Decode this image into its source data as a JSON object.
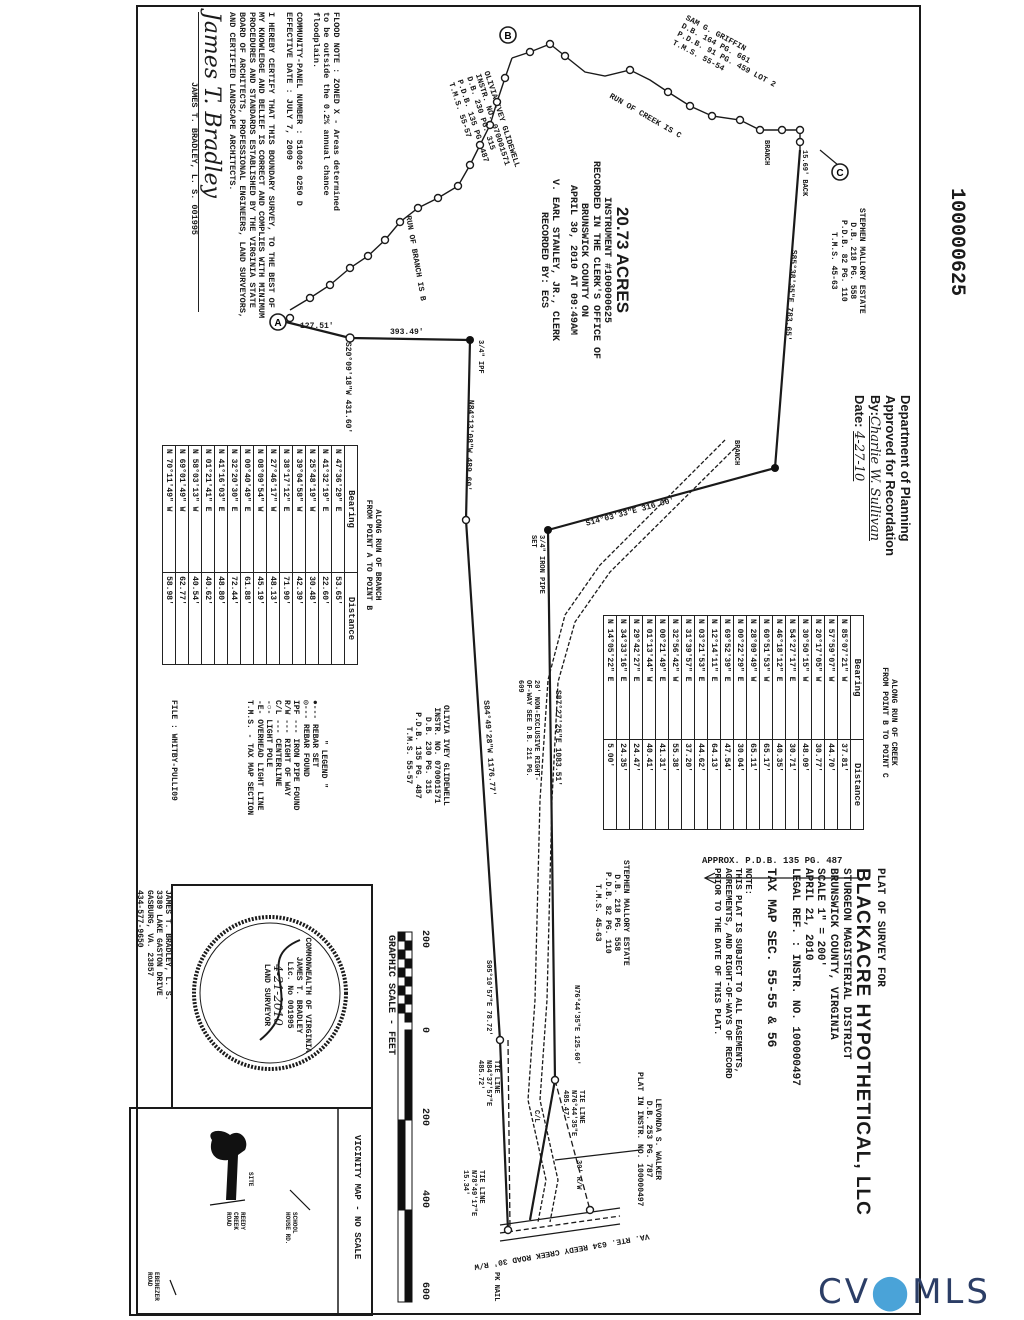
{
  "document_number": "100000625",
  "title_block": {
    "line1": "PLAT OF SURVEY FOR",
    "owner": "BLACKACRE HYPOTHETICAL, LLC",
    "district": "STURGEON MAGISTERIAL DISTRICT",
    "county": "BRUNSWICK COUNTY, VIRGINIA",
    "scale": "SCALE 1\" = 200'",
    "date": "APRIL 21, 2010",
    "legal_ref": "LEGAL REF. : INSTR. NO. 100000497",
    "tax_map": "TAX MAP SEC. 55-55 & 56",
    "note_label": "NOTE:",
    "note_1": "THIS PLAT IS SUBJECT TO ALL EASEMENTS,",
    "note_2": "AGREEMENTS, AND RIGHT-OF-WAYS OF RECORD",
    "note_3": "PRIOR TO THE DATE OF THIS PLAT."
  },
  "approx_pdb": "APPROX. P.D.B. 135 PG. 487",
  "planning_stamp": {
    "line1": "Department of Planning",
    "line2": "Approved for Recordation",
    "by_label": "By:",
    "by_signature": "Charlie W. Sullivan",
    "date_label": "Date:",
    "date": "4-27-10"
  },
  "adjoiners": {
    "griffin": [
      "SAM G. GRIFFIN",
      "D.B. 164 PG. 661",
      "P.D.B. 91 PG. 459 LOT 2",
      "T.M.S. 55-54"
    ],
    "mallory_top": [
      "STEPHEN MALLORY ESTATE",
      "D.B. 218 PG. 558",
      "P.D.B. 82 PG. 110",
      "T.M.S. 45-63"
    ],
    "glidewell_top": [
      "OLIVIA IVEY GLIDEWELL",
      "INSTR. NO. 070001571",
      "D.B. 230 PG. 315",
      "P.D.B. 135 PG. 487",
      "T.M.S. 55-57"
    ],
    "glidewell_mid": [
      "OLIVIA IVEY GLIDEWELL",
      "INSTR. NO. 070001571",
      "D.B. 230 PG. 315",
      "P.D.B. 135 PG. 487",
      "T.M.S. 55-57"
    ],
    "mallory_mid": [
      "STEPHEN MALLORY ESTATE",
      "D.B. 218 PG. 558",
      "P.D.B. 82 PG. 110",
      "T.M.S. 45-63"
    ],
    "walker": [
      "LEVONDA S. WALKER",
      "D.B. 253 PG. 787",
      "PLAT IN INSTR. NO. 100000497"
    ]
  },
  "recording": {
    "acres": "20.73 ACRES",
    "instrument": "INSTRUMENT #100000625",
    "line2": "RECORDED IN THE CLERK'S OFFICE OF",
    "line3": "BRUNSWICK COUNTY ON",
    "line4": "APRIL 30, 2010 AT 09:49AM",
    "clerk": "V. EARL STANLEY, JR., CLERK",
    "recorded_by": "RECORDED BY: ECS"
  },
  "labels": {
    "run_creek": "RUN OF CREEK IS C",
    "run_branch": "RUN OF BRANCH IS B",
    "branch_1": "BRANCH",
    "branch_2": "BRANCH",
    "backsight": "15.69' BACK",
    "point_a": "A",
    "point_b": "B",
    "point_c": "C",
    "pipe_set": "3/4\" IRON PIPE SET",
    "ipf": "3/4\" IPF",
    "row_note": "20' NON-EXCLUSIVE RIGHT-OF-WAY SEE D.B. 211 PG. 609",
    "tie1": "TIE LINE N76°44'35\"E 485.47'",
    "tie2": "TIE LINE N84°37'57\"E 485.72'",
    "tie3": "TIE LINE N78°49'17\"E 15.34'",
    "row30": "30' R/W",
    "road": "VA. RTE. 634 REEDY CREEK ROAD 30' R/W",
    "pk": "PK NAIL",
    "cl": "C/L"
  },
  "courses": {
    "c1": "S85°38'35\"E 783.65'",
    "c2": "S14°03'33\"E 316.00'",
    "c3": "S87°27'25\"E 1083.51'",
    "c4": "S84°49'28\"W 1176.77'",
    "c5": "N84°13'08\"W 489.60'",
    "c6": "S20°09'18\"W 431.60'",
    "c7": "393.49'",
    "c8": "127.51'",
    "c9": "N76°44'35\"E 125.60'",
    "c10": "S05°10'57\"E 78.72'"
  },
  "branch_table": {
    "title1": "ALONG RUN OF BRANCH",
    "title2": "FROM POINT A TO POINT B",
    "headers": [
      "Bearing",
      "Distance"
    ],
    "rows": [
      [
        "N 47°36'29\" E",
        "53.65'"
      ],
      [
        "N 41°32'19\" E",
        "22.60'"
      ],
      [
        "N 25°48'19\" W",
        "30.48'"
      ],
      [
        "N 39°04'58\" W",
        "42.39'"
      ],
      [
        "N 38°17'12\" E",
        "71.90'"
      ],
      [
        "N 27°46'17\" W",
        "48.13'"
      ],
      [
        "N 08°09'54\" W",
        "45.19'"
      ],
      [
        "N 00°40'49\" E",
        "61.88'"
      ],
      [
        "N 32°20'30\" E",
        "72.44'"
      ],
      [
        "N 41°16'03\" E",
        "48.80'"
      ],
      [
        "N 01°21'41\" E",
        "40.62'"
      ],
      [
        "N 58°03'13\" W",
        "40.54'"
      ],
      [
        "N 69°01'49\" W",
        "62.77'"
      ],
      [
        "N 70°11'49\" W",
        "58.98'"
      ]
    ]
  },
  "creek_table": {
    "title1": "ALONG RUN OF CREEK",
    "title2": "FROM POINT B TO POINT C",
    "headers": [
      "Bearing",
      "Distance"
    ],
    "rows": [
      [
        "N 85°07'21\" W",
        "37.81'"
      ],
      [
        "N 57°59'07\" W",
        "44.70'"
      ],
      [
        "N 20°17'05\" W",
        "30.77'"
      ],
      [
        "N 30°50'15\" W",
        "48.09'"
      ],
      [
        "N 54°27'17\" E",
        "30.71'"
      ],
      [
        "N 46°18'12\" E",
        "40.35'"
      ],
      [
        "N 60°51'53\" W",
        "65.17'"
      ],
      [
        "N 28°09'49\" W",
        "65.11'"
      ],
      [
        "N 00°22'29\" E",
        "30.04'"
      ],
      [
        "N 69°52'39\" E",
        "47.54'"
      ],
      [
        "N 12°14'11\" E",
        "64.13'"
      ],
      [
        "N 03°21'53\" E",
        "44.62'"
      ],
      [
        "N 31°39'57\" E",
        "37.20'"
      ],
      [
        "N 32°56'42\" W",
        "55.38'"
      ],
      [
        "N 00°21'49\" E",
        "41.31'"
      ],
      [
        "N 01°13'44\" W",
        "40.41'"
      ],
      [
        "N 29°42'27\" E",
        "24.47'"
      ],
      [
        "N 34°33'16\" E",
        "24.35'"
      ],
      [
        "N 14°05'22\" E",
        "5.00'"
      ]
    ]
  },
  "notes": {
    "flood_1": "FLOOD NOTE : ZONED X - Areas determined",
    "flood_2": "to be outside the 0.2% annual chance",
    "flood_3": "floodplain.",
    "panel_1": "COMMUNITY-PANEL NUMBER : 510026 0250 D",
    "panel_2": "EFFECTIVE DATE : JULY 7, 2009",
    "cert_1": "I HEREBY CERTIFY THAT THIS BOUNDARY SURVEY, TO THE BEST OF",
    "cert_2": "MY KNOWLEDGE AND BELIEF IS CORRECT AND COMPLIES WITH MINIMUM",
    "cert_3": "PROCEDURES AND STANDARDS ESTABLISHED BY THE VIRGINIA STATE",
    "cert_4": "BOARD OF ARCHITECTS, PROFESSIONAL ENGINEERS, LAND SURVEYORS,",
    "cert_5": "AND CERTIFIED LANDSCAPE ARCHITECTS.",
    "signature": "James T. Bradley",
    "surveyor": "JAMES T. BRADLEY, L. S. 001995"
  },
  "legend": {
    "title": "\" LEGEND \"",
    "items": [
      "●--- REBAR SET",
      "◎--- REBAR FOUND",
      "IPF --- IRON PIPE FOUND",
      "R/W --- RIGHT OF WAY",
      "C/L --- CENTERLINE",
      "-○- LIGHT POLE",
      "-E- OVERHEAD LIGHT LINE",
      "T.M.S. - TAX MAP SECTION"
    ],
    "file": "FILE : WHITBY-PULLI09"
  },
  "seal": {
    "ring_top": "COMMONWEALTH OF VIRGINIA",
    "name": "JAMES T. BRADLEY",
    "lic": "Lic. No 001995",
    "date": "4-21-2010",
    "ring_bottom": "LAND SURVEYOR"
  },
  "address": [
    "JAMES T. BRADLEY, L. S.",
    "3389 LAKE GASTON DRIVE",
    "GASBURG, VA. 23857",
    "434-577-9650"
  ],
  "scale_bar": {
    "title": "GRAPHIC SCALE - FEET",
    "ticks": [
      "200",
      "0",
      "200",
      "400",
      "600"
    ]
  },
  "vicinity": {
    "title": "VICINITY MAP - NO SCALE",
    "site": "SITE",
    "road1": "REEDY CREEK ROAD",
    "road2": "SCHOOL HOUSE RD.",
    "road3": "EBENEZER ROAD"
  },
  "watermark": {
    "pre": "CV",
    "post": "MLS"
  }
}
